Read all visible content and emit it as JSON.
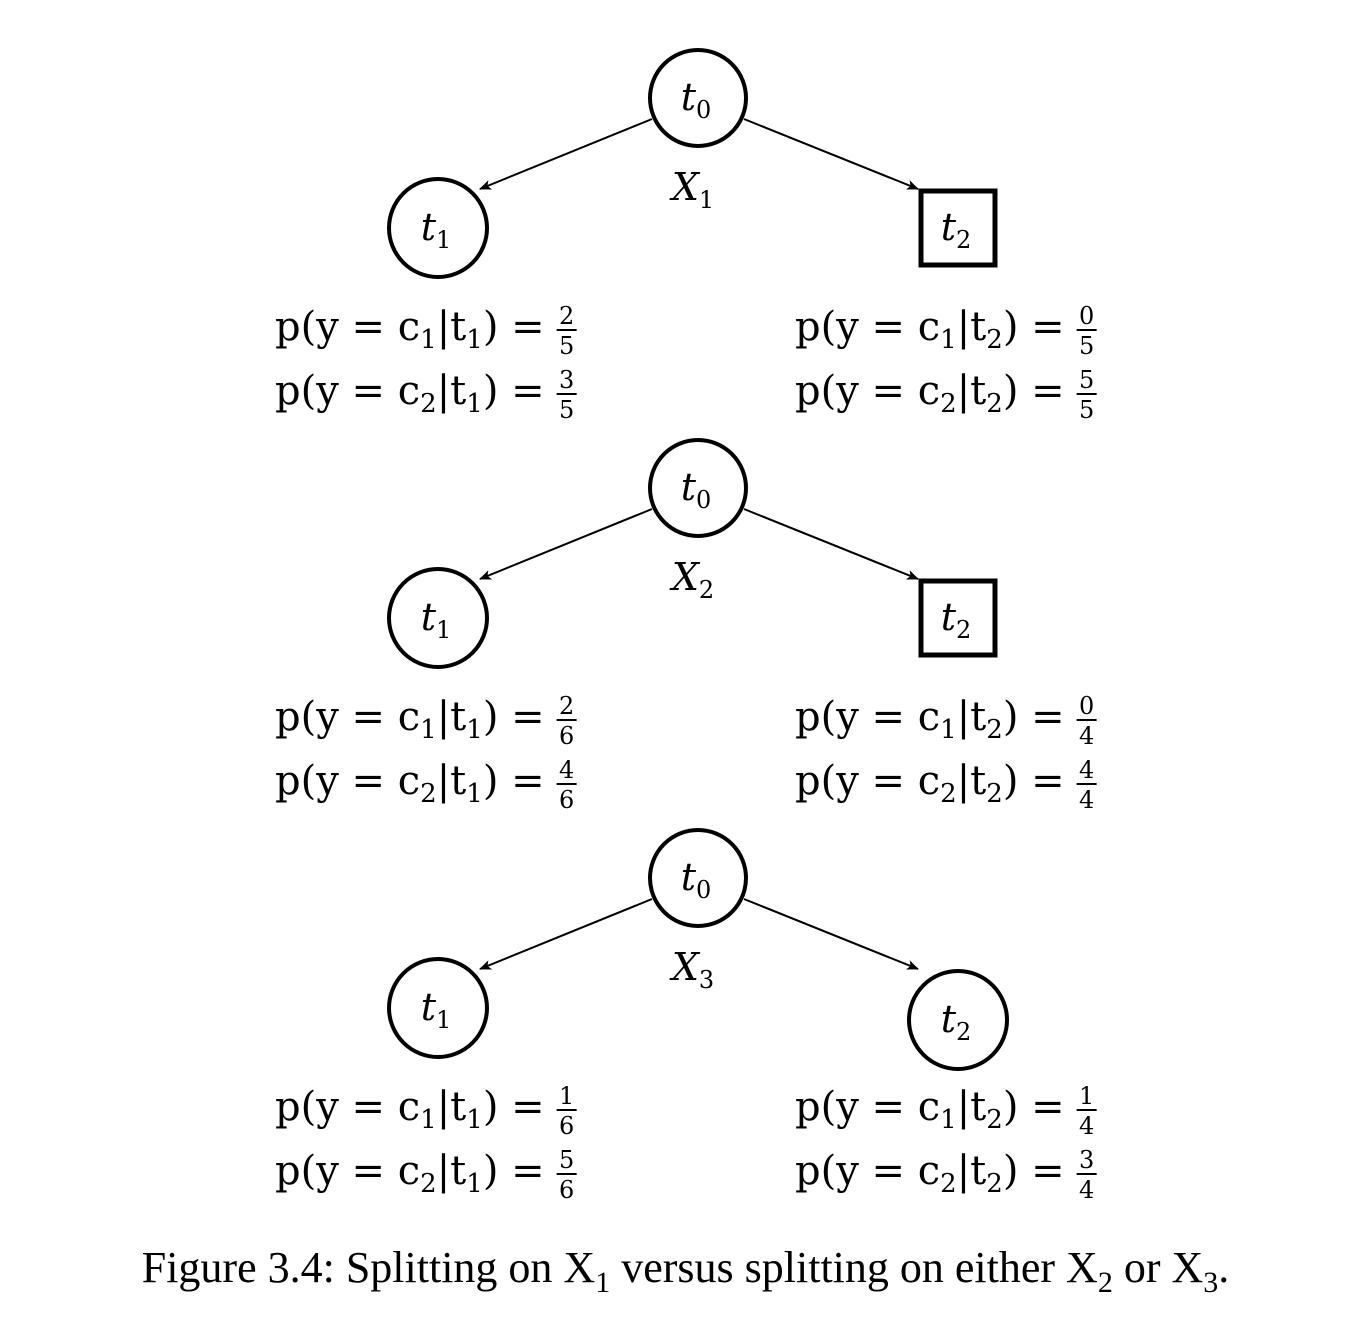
{
  "trees": [
    {
      "root": "t",
      "root_sub": "0",
      "split_var": "X",
      "split_sub": "1",
      "left": {
        "label": "t",
        "sub": "1",
        "shape": "circle"
      },
      "right": {
        "label": "t",
        "sub": "2",
        "shape": "square"
      },
      "left_probs": [
        {
          "lhs": "p(y = c",
          "csub": "1",
          "mid": "|t",
          "tsub": "1",
          "rhs": ") =",
          "num": "2",
          "den": "5"
        },
        {
          "lhs": "p(y = c",
          "csub": "2",
          "mid": "|t",
          "tsub": "1",
          "rhs": ") =",
          "num": "3",
          "den": "5"
        }
      ],
      "right_probs": [
        {
          "lhs": "p(y = c",
          "csub": "1",
          "mid": "|t",
          "tsub": "2",
          "rhs": ") =",
          "num": "0",
          "den": "5"
        },
        {
          "lhs": "p(y = c",
          "csub": "2",
          "mid": "|t",
          "tsub": "2",
          "rhs": ") =",
          "num": "5",
          "den": "5"
        }
      ]
    },
    {
      "root": "t",
      "root_sub": "0",
      "split_var": "X",
      "split_sub": "2",
      "left": {
        "label": "t",
        "sub": "1",
        "shape": "circle"
      },
      "right": {
        "label": "t",
        "sub": "2",
        "shape": "square"
      },
      "left_probs": [
        {
          "lhs": "p(y = c",
          "csub": "1",
          "mid": "|t",
          "tsub": "1",
          "rhs": ") =",
          "num": "2",
          "den": "6"
        },
        {
          "lhs": "p(y = c",
          "csub": "2",
          "mid": "|t",
          "tsub": "1",
          "rhs": ") =",
          "num": "4",
          "den": "6"
        }
      ],
      "right_probs": [
        {
          "lhs": "p(y = c",
          "csub": "1",
          "mid": "|t",
          "tsub": "2",
          "rhs": ") =",
          "num": "0",
          "den": "4"
        },
        {
          "lhs": "p(y = c",
          "csub": "2",
          "mid": "|t",
          "tsub": "2",
          "rhs": ") =",
          "num": "4",
          "den": "4"
        }
      ]
    },
    {
      "root": "t",
      "root_sub": "0",
      "split_var": "X",
      "split_sub": "3",
      "left": {
        "label": "t",
        "sub": "1",
        "shape": "circle"
      },
      "right": {
        "label": "t",
        "sub": "2",
        "shape": "circle"
      },
      "left_probs": [
        {
          "lhs": "p(y = c",
          "csub": "1",
          "mid": "|t",
          "tsub": "1",
          "rhs": ") =",
          "num": "1",
          "den": "6"
        },
        {
          "lhs": "p(y = c",
          "csub": "2",
          "mid": "|t",
          "tsub": "1",
          "rhs": ") =",
          "num": "5",
          "den": "6"
        }
      ],
      "right_probs": [
        {
          "lhs": "p(y = c",
          "csub": "1",
          "mid": "|t",
          "tsub": "2",
          "rhs": ") =",
          "num": "1",
          "den": "4"
        },
        {
          "lhs": "p(y = c",
          "csub": "2",
          "mid": "|t",
          "tsub": "2",
          "rhs": ") =",
          "num": "3",
          "den": "4"
        }
      ]
    }
  ],
  "caption": {
    "prefix": "Figure 3.4: Splitting on X",
    "sub1": "1",
    "middle": " versus splitting on either X",
    "sub2": "2",
    "or": " or X",
    "sub3": "3",
    "suffix": "."
  }
}
